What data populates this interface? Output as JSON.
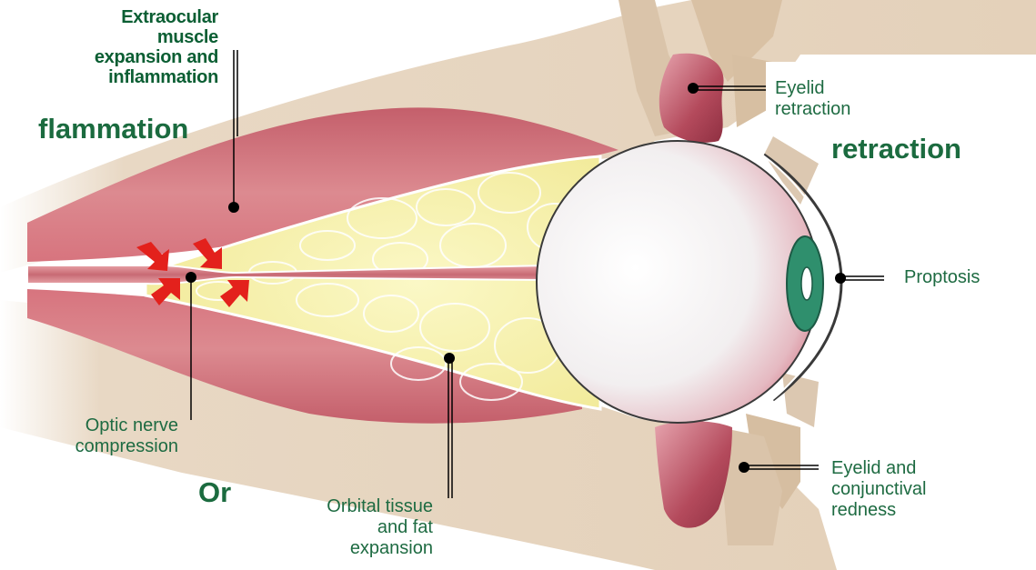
{
  "labels": {
    "extraocular": [
      "Extraocular",
      "muscle",
      "expansion and",
      "inflammation"
    ],
    "eyelid_retraction": [
      "Eyelid",
      "retraction"
    ],
    "proptosis": "Proptosis",
    "optic_nerve": [
      "Optic nerve",
      "compression"
    ],
    "orbital_tissue": [
      "Orbital tissue",
      "and fat",
      "expansion"
    ],
    "eyelid_redness": [
      "Eyelid and",
      "conjunctival",
      "redness"
    ]
  },
  "ghost_text": {
    "inflammation_fragment": "flammation",
    "retraction_fragment": "retraction",
    "orbital_fragment": "Or"
  },
  "colors": {
    "label_green": "#1e6b42",
    "bone": "#e4d2bc",
    "muscle": "#cf6f79",
    "fat": "#f5f1a6",
    "nerve": "#c86a74",
    "iris": "#2f8f6d",
    "arrow": "#e3211c"
  }
}
